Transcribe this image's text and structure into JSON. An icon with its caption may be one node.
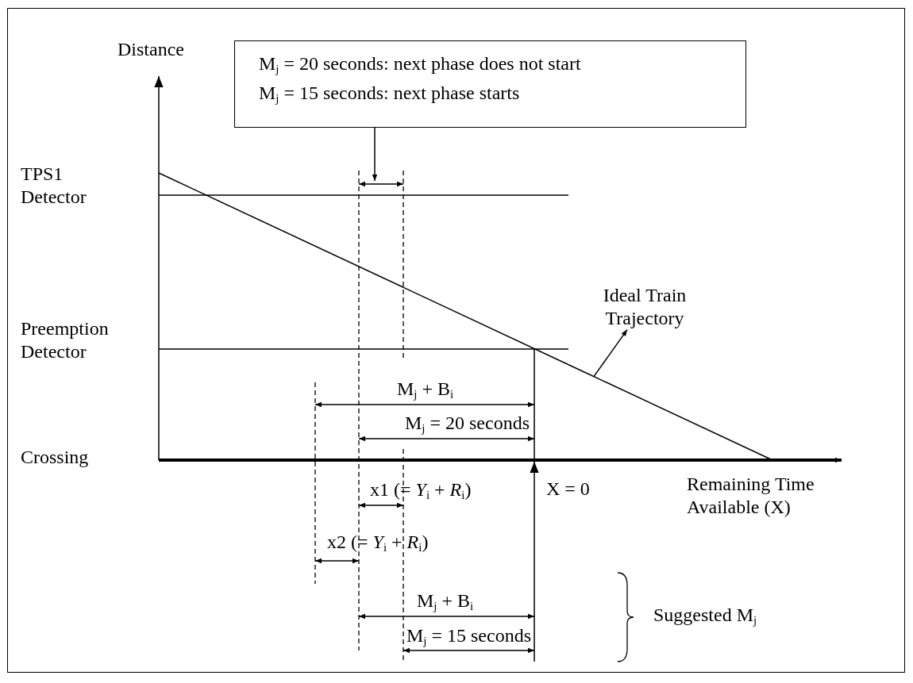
{
  "diagram": {
    "nodes": [
      {
        "text": [
          "M$_{j}$ = 20 seconds: next phase does not start",
          "M$_{j}$ = 15 seconds: next phase starts"
        ]
      },
      {
        "text": [
          "Ideal Train Trajectory"
        ]
      },
      {
        "text": [],
        "shape": "line"
      },
      {
        "text": [],
        "shape": "line"
      }
    ],
    "edges": [
      {
        "from": 0,
        "to": 2,
        "arrow": "to"
      },
      {
        "from": 3,
        "to": 1,
        "arrow": "to"
      }
    ],
    "labels": [
      "Distance",
      "TPS1 Detector",
      "Preemption Detector",
      "M$_{j}$ + B$_{i}$",
      "M$_{j}$ = 20 seconds",
      "Crossing",
      "x1 (= *Y*$_{i}$ + *R*$_{i}$)",
      "X = 0",
      "Remaining Time Available (X)",
      "x2 (= *Y*$_{i}$ + *R*$_{i}$)",
      "M$_{j}$ + B$_{i}$",
      "M$_{j}$ = 15 seconds",
      "Suggested M$_{j}$"
    ]
  }
}
